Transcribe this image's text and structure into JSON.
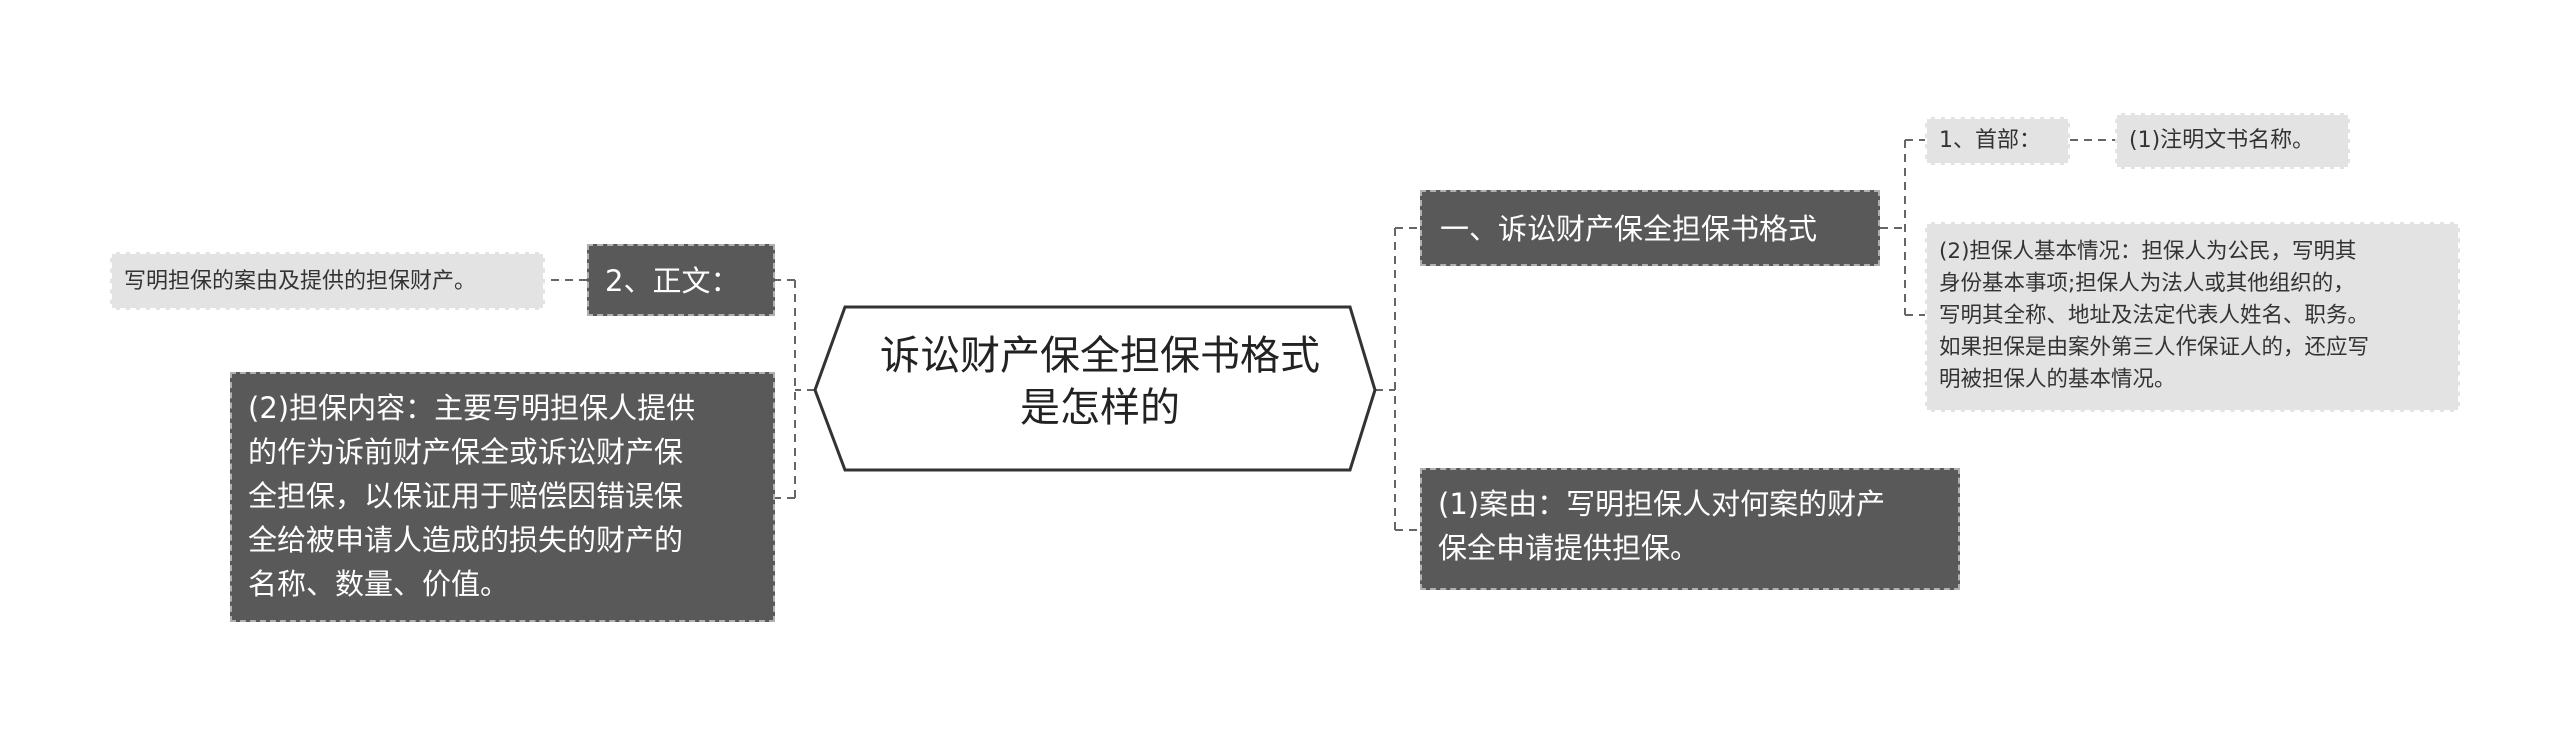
{
  "central": {
    "title": "诉讼财产保全担保书格式\n是怎样的"
  },
  "left": {
    "branch_text": {
      "label": "2、正文："
    },
    "leaf_purpose": {
      "label": "写明担保的案由及提供的担保财产。"
    },
    "leaf_content": {
      "label": "(2)担保内容：主要写明担保人提供\n的作为诉前财产保全或诉讼财产保\n全担保，以保证用于赔偿因错误保\n全给被申请人造成的损失的财产的\n名称、数量、价值。"
    }
  },
  "right": {
    "branch_format": {
      "label": "一、诉讼财产保全担保书格式"
    },
    "header_item": {
      "label": "1、首部："
    },
    "header_leaf_title": {
      "label": "(1)注明文书名称。"
    },
    "header_leaf_guarantor": {
      "label": "(2)担保人基本情况：担保人为公民，写明其\n身份基本事项;担保人为法人或其他组织的，\n写明其全称、地址及法定代表人姓名、职务。\n如果担保是由案外第三人作保证人的，还应写\n明被担保人的基本情况。"
    },
    "branch_cause": {
      "label": "(1)案由：写明担保人对何案的财产\n保全申请提供担保。"
    }
  }
}
